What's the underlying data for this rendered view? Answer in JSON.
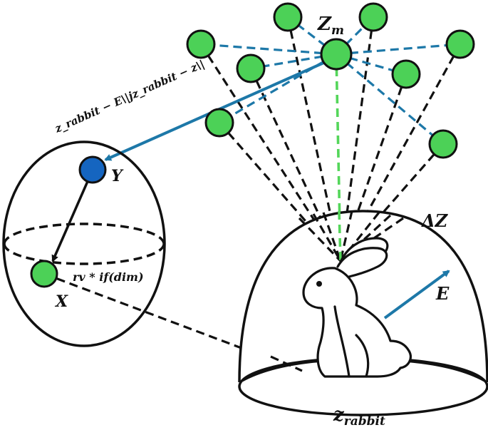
{
  "labels": {
    "zm": "Z",
    "zm_sub": "m",
    "delta_z": "ΔZ",
    "e": "E",
    "y": "Y",
    "x": "X",
    "rv": "rv * if(dim)",
    "z_rabbit": "z",
    "z_rabbit_sub": "rabbit",
    "formula": "z_rabbit − E\\|jz_rabbit − z\\|"
  },
  "colors": {
    "node_green": "#4cd157",
    "node_blue": "#1565c0",
    "link_blue": "#1d78a8",
    "link_black": "#111111",
    "link_green": "#54d65a"
  }
}
